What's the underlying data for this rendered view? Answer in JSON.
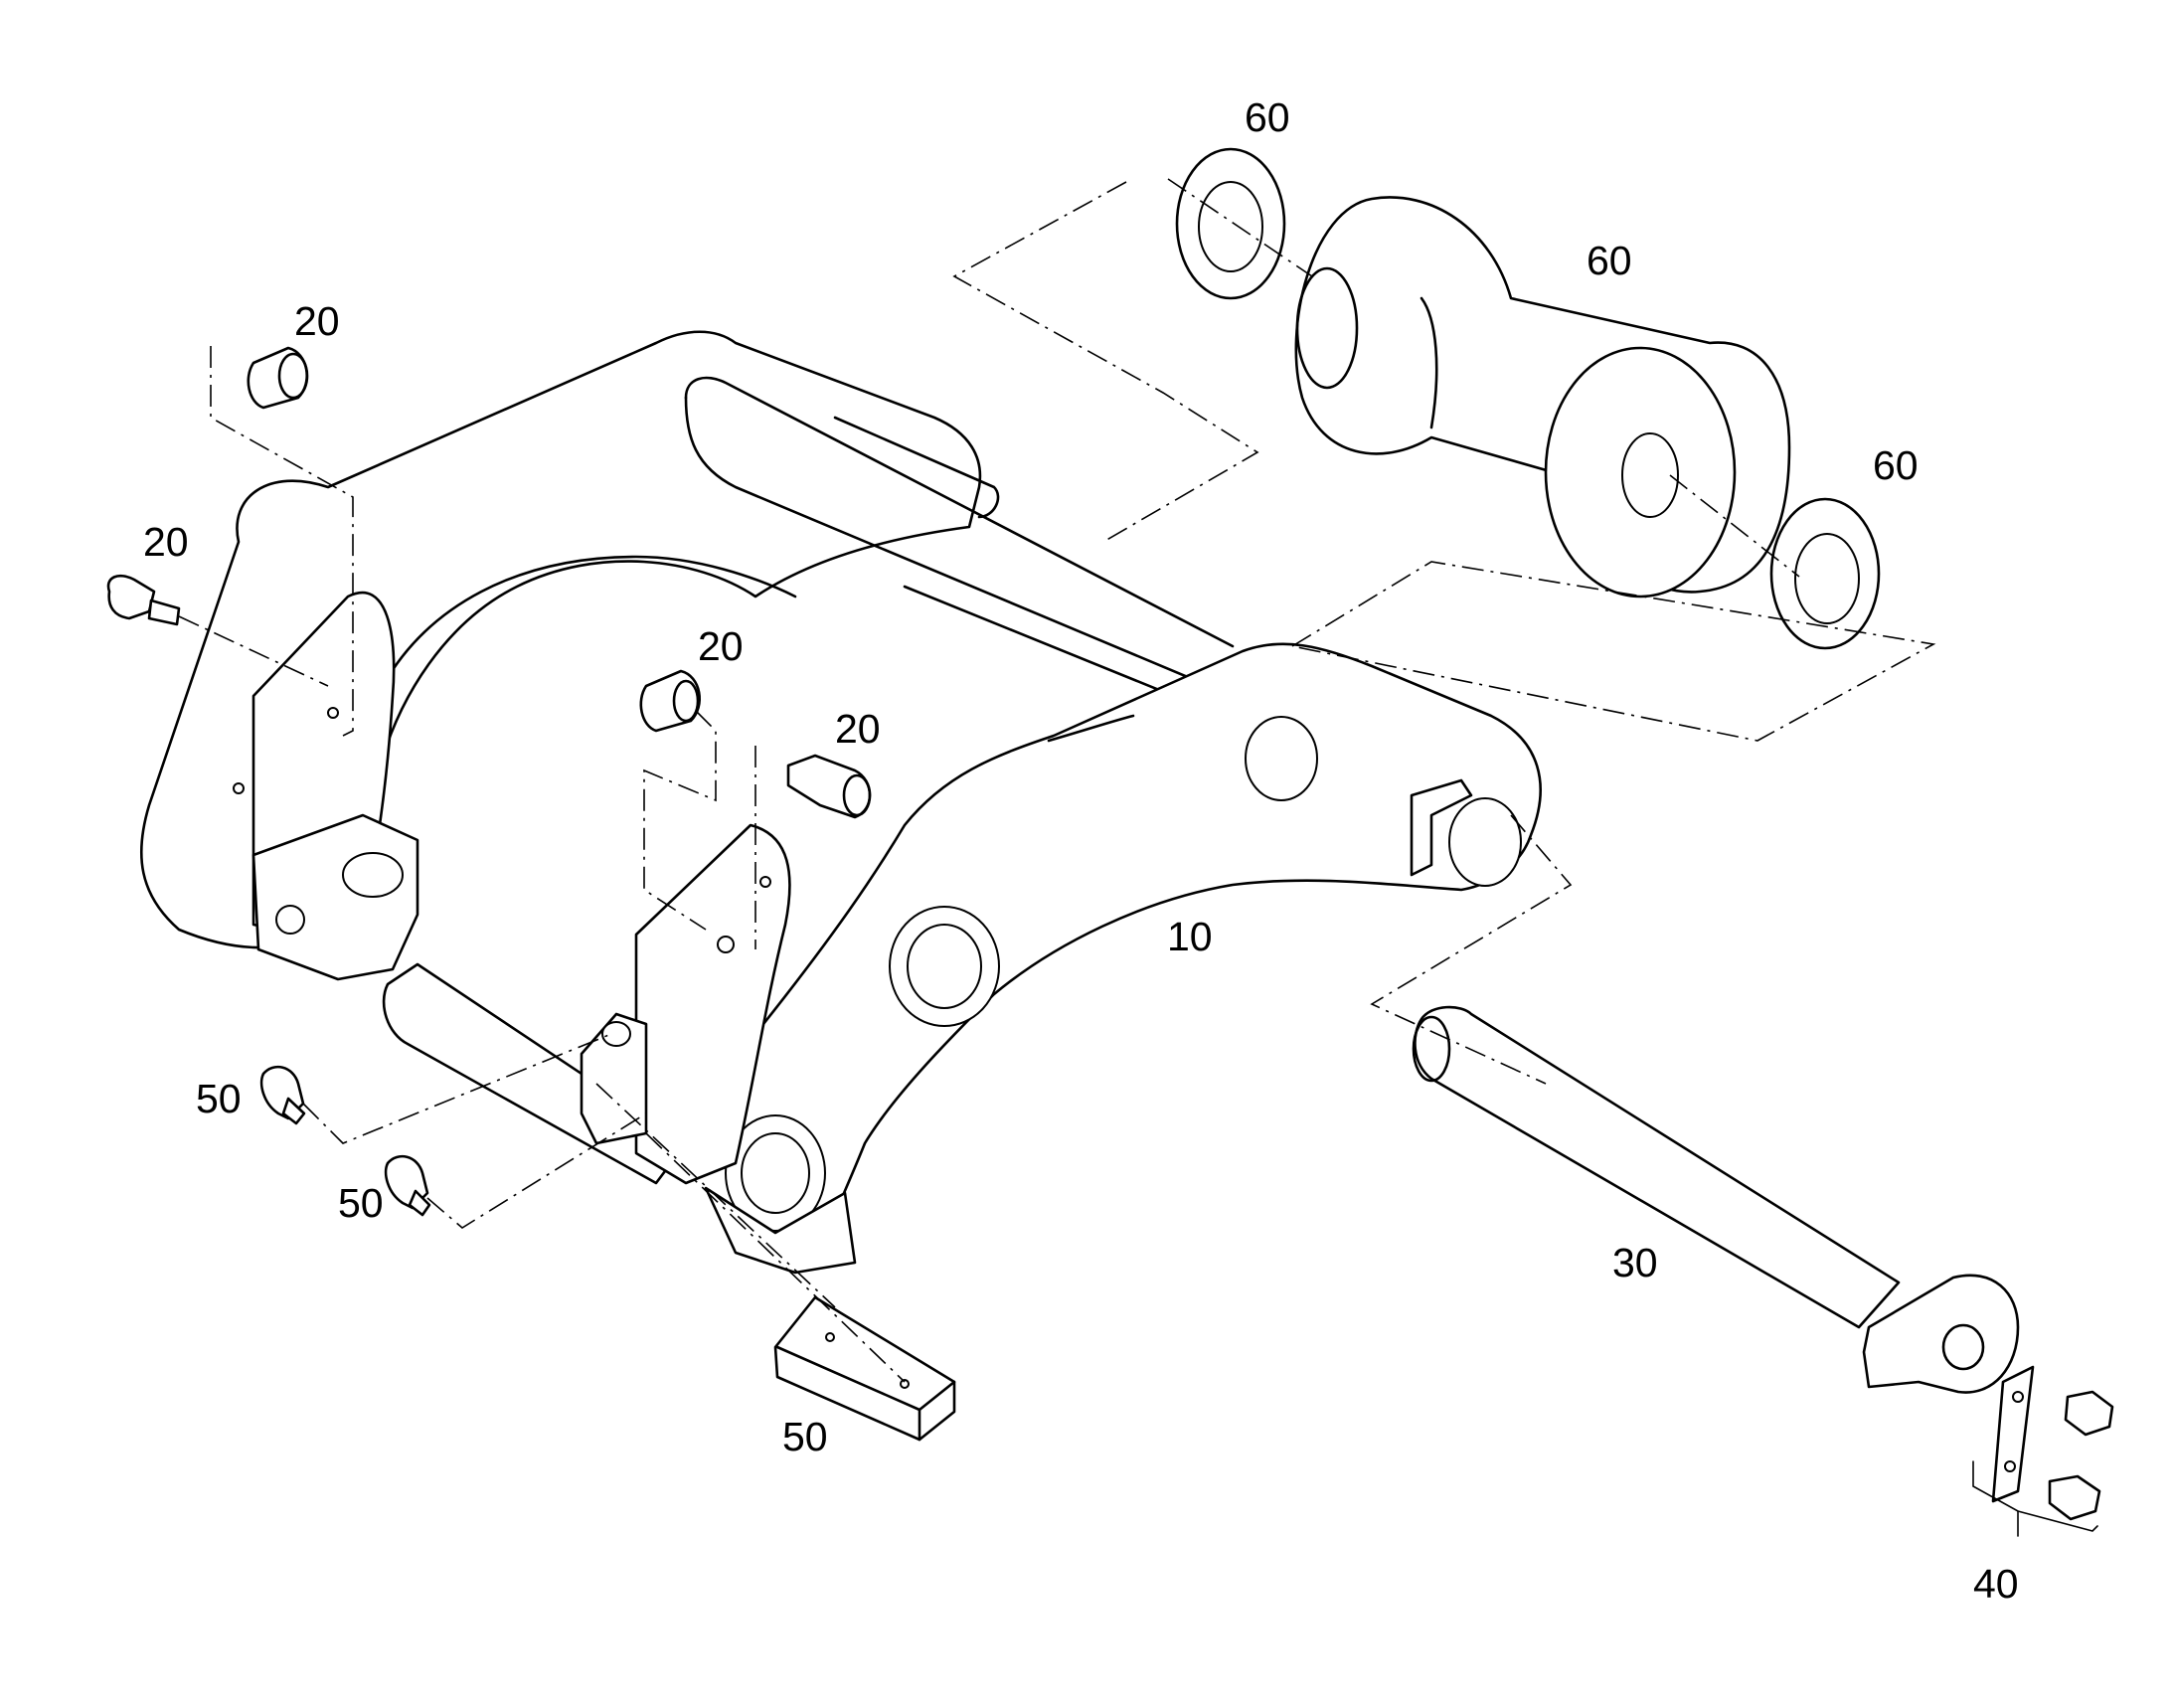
{
  "callouts": [
    {
      "id": "60",
      "text": "60"
    },
    {
      "id": "60",
      "text": "60"
    },
    {
      "id": "60",
      "text": "60"
    },
    {
      "id": "20",
      "text": "20"
    },
    {
      "id": "20",
      "text": "20"
    },
    {
      "id": "20",
      "text": "20"
    },
    {
      "id": "20",
      "text": "20"
    },
    {
      "id": "10",
      "text": "10"
    },
    {
      "id": "50",
      "text": "50"
    },
    {
      "id": "50",
      "text": "50"
    },
    {
      "id": "50",
      "text": "50"
    },
    {
      "id": "30",
      "text": "30"
    },
    {
      "id": "40",
      "text": "40"
    }
  ]
}
